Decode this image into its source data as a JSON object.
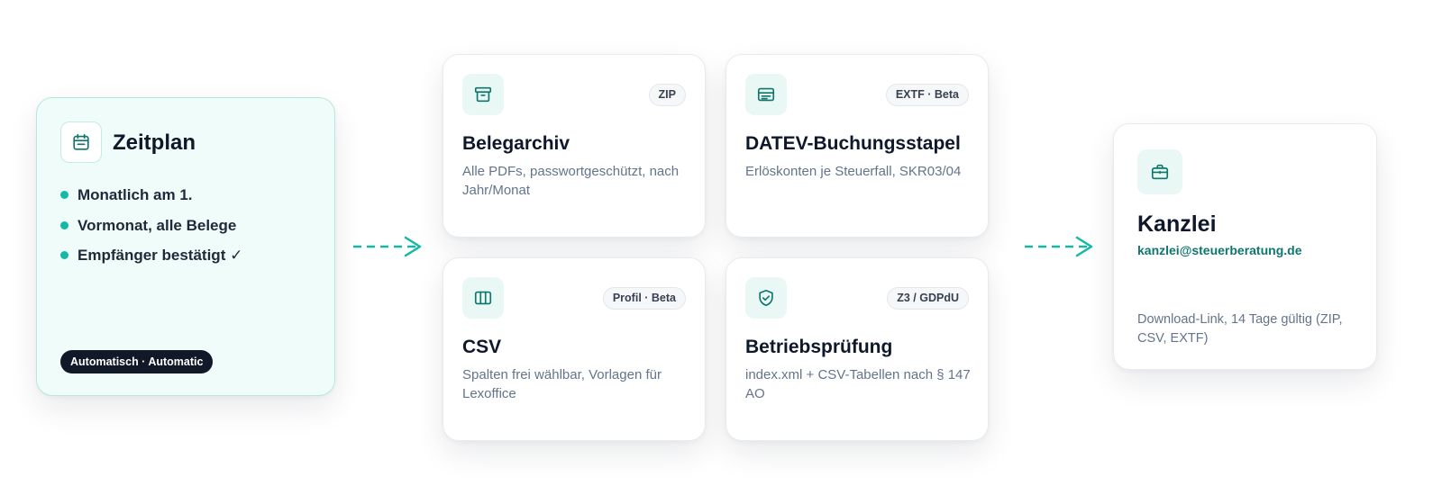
{
  "accent_color": "#14b8a6",
  "schedule": {
    "icon": "calendar-icon",
    "title": "Zeitplan",
    "items": [
      "Monatlich am 1.",
      "Vormonat, alle Belege",
      "Empfänger bestätigt ✓"
    ],
    "badge": "Automatisch · Automatic"
  },
  "exports": [
    {
      "icon": "archive-icon",
      "badge": "ZIP",
      "title": "Belegarchiv",
      "description": "Alle PDFs, passwortgeschützt, nach Jahr/Monat"
    },
    {
      "icon": "table-icon",
      "badge": "EXTF · Beta",
      "title": "DATEV-Buchungsstapel",
      "description": "Erlöskonten je Steuerfall, SKR03/04"
    },
    {
      "icon": "columns-icon",
      "badge": "Profil · Beta",
      "title": "CSV",
      "description": "Spalten frei wählbar, Vorlagen für Lexoffice"
    },
    {
      "icon": "shield-check-icon",
      "badge": "Z3 / GDPdU",
      "title": "Betriebsprüfung",
      "description": "index.xml + CSV-Tabellen nach § 147 AO"
    }
  ],
  "destination": {
    "icon": "briefcase-icon",
    "title": "Kanzlei",
    "email": "kanzlei@steuerberatung.de",
    "note": "Download-Link, 14 Tage gültig (ZIP, CSV, EXTF)"
  }
}
